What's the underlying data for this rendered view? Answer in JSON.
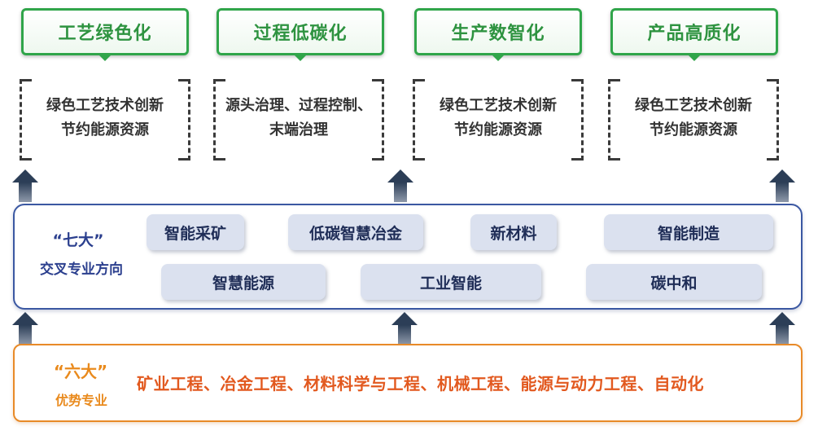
{
  "goals": [
    "工艺绿色化",
    "过程低碳化",
    "生产数智化",
    "产品高质化"
  ],
  "descriptions": [
    {
      "line1": "绿色工艺技术创新",
      "line2": "节约能源资源"
    },
    {
      "line1": "源头治理、过程控制、",
      "line2": "末端治理"
    },
    {
      "line1": "绿色工艺技术创新",
      "line2": "节约能源资源"
    },
    {
      "line1": "绿色工艺技术创新",
      "line2": "节约能源资源"
    }
  ],
  "seven": {
    "title": "“七大”",
    "subtitle": "交叉专业方向",
    "directions": [
      "智能采矿",
      "低碳智慧冶金",
      "新材料",
      "智能制造",
      "智慧能源",
      "工业智能",
      "碳中和"
    ]
  },
  "six": {
    "title": "“六大”",
    "subtitle": "优势专业",
    "majors": "矿业工程、冶金工程、材料科学与工程、机械工程、能源与动力工程、自动化"
  },
  "colors": {
    "goal_green": "#30a54a",
    "seven_blue": "#3b58a2",
    "pill_bg": "#dbe1ef",
    "six_orange": "#e88a28",
    "majors_text": "#e2591f",
    "arrow_dark": "#2c3e57"
  }
}
